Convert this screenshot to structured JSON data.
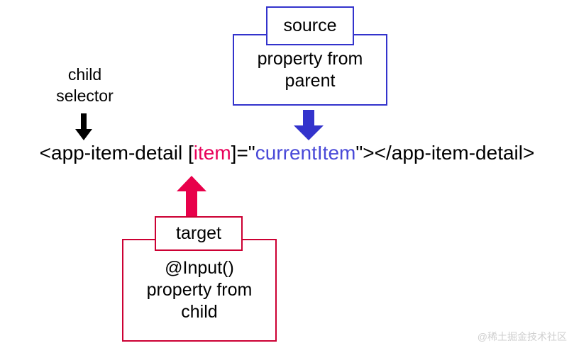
{
  "diagram": {
    "source": {
      "label": "source",
      "body": "property from\nparent",
      "color": "#3333cc"
    },
    "target": {
      "label": "target",
      "body": "@Input()\nproperty from\nchild",
      "color": "#cc0033"
    },
    "child_selector_caption": "child\nselector",
    "code": {
      "prefix": "<app-item-detail [",
      "binding_property": "item",
      "middle": "]=\"",
      "binding_value": "currentItem",
      "suffix": "\"></app-item-detail>",
      "property_color": "#e8005a",
      "value_color": "#4a4ad8"
    },
    "arrows": {
      "child_arrow": "down-arrow-black",
      "source_arrow": "down-arrow-blue",
      "target_arrow": "up-arrow-red"
    },
    "watermark": "@稀土掘金技术社区"
  }
}
